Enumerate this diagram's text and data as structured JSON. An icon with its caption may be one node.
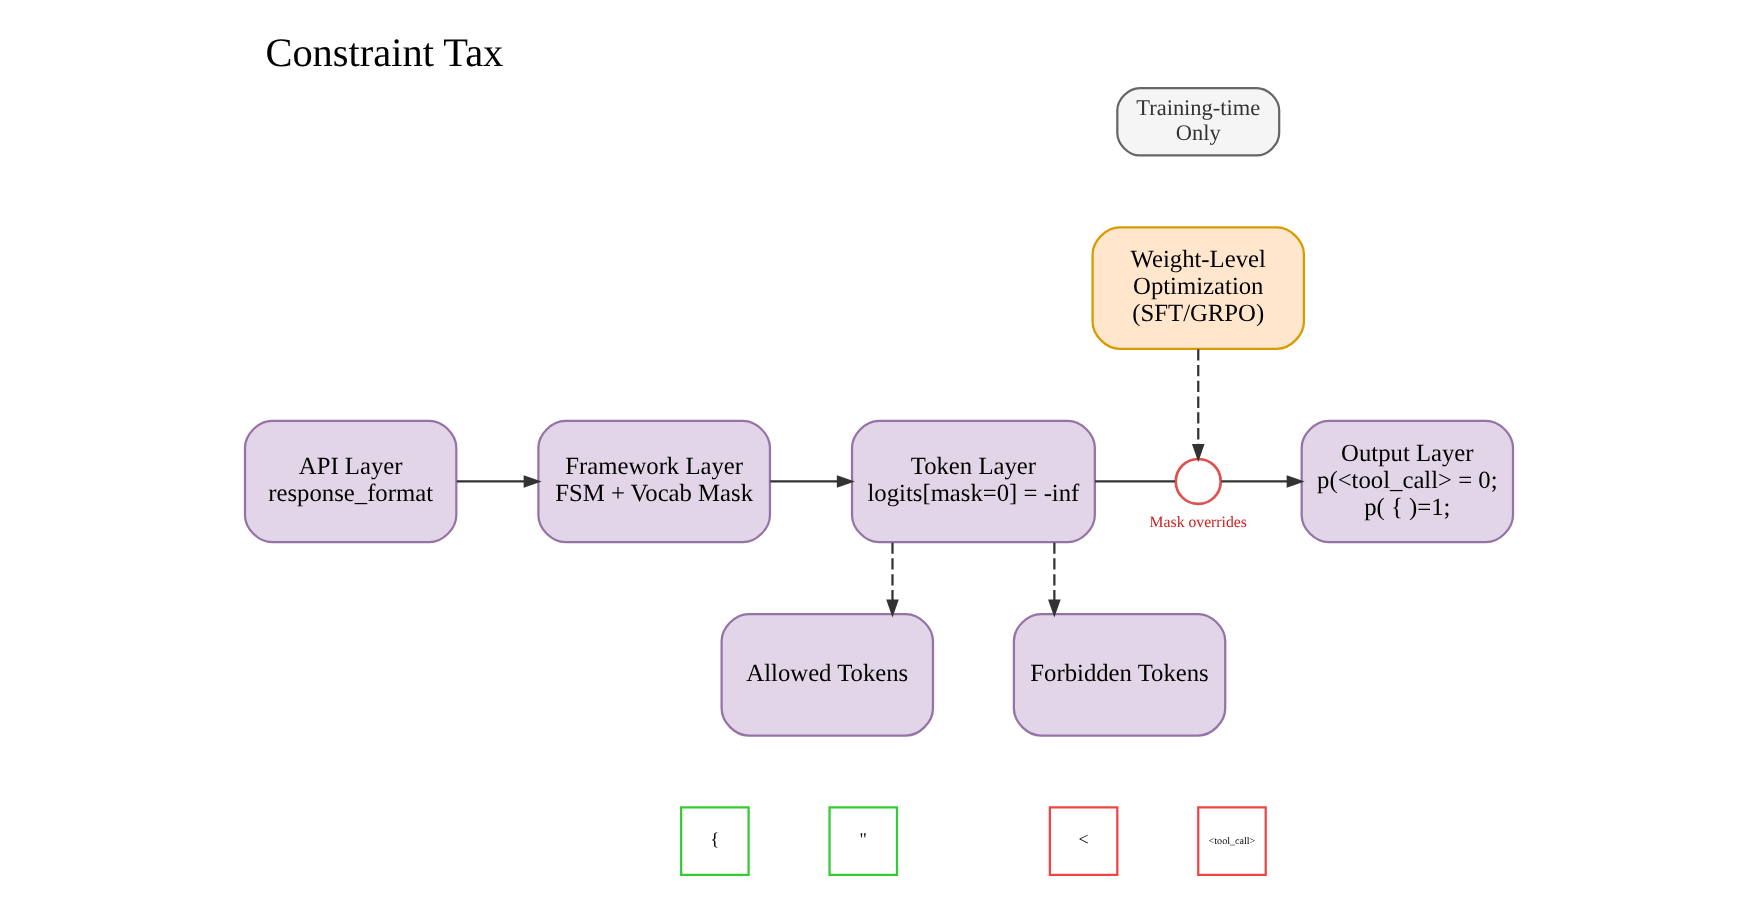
{
  "diagram": {
    "title": "Constraint Tax",
    "nodes": [
      {
        "text": [
          "API Layer",
          "response_format"
        ]
      },
      {
        "text": [
          "Framework Layer",
          "FSM + Vocab Mask"
        ]
      },
      {
        "text": [
          "Token Layer",
          "logits[mask=0] = -inf"
        ]
      },
      {
        "text": [],
        "shape": "circle",
        "beside": [
          "Mask overrides"
        ]
      },
      {
        "text": [
          "Output Layer",
          "p(<tool_call> = 0;",
          "p( { )=1;"
        ]
      },
      {
        "text": [
          "Training-time Only"
        ]
      },
      {
        "text": [
          "Weight-Level Optimization (SFT/GRPO)"
        ]
      },
      {
        "text": [
          "Allowed Tokens"
        ]
      },
      {
        "text": [
          "Forbidden Tokens"
        ]
      },
      {
        "text": [
          "{"
        ]
      },
      {
        "text": [
          "\""
        ]
      },
      {
        "text": [
          "<"
        ]
      },
      {
        "text": [
          "<tool_call>"
        ]
      }
    ],
    "edges": [
      {
        "from": 0,
        "to": 1,
        "arrow": "to"
      },
      {
        "from": 1,
        "to": 2,
        "arrow": "to"
      },
      {
        "from": 2,
        "to": 3,
        "arrow": "none"
      },
      {
        "from": 3,
        "to": 4,
        "arrow": "to"
      },
      {
        "from": 6,
        "to": 3,
        "arrow": "to",
        "style": "dashed"
      },
      {
        "from": 2,
        "to": 7,
        "arrow": "to",
        "style": "dashed"
      },
      {
        "from": 2,
        "to": 8,
        "arrow": "to",
        "style": "dashed"
      }
    ]
  }
}
